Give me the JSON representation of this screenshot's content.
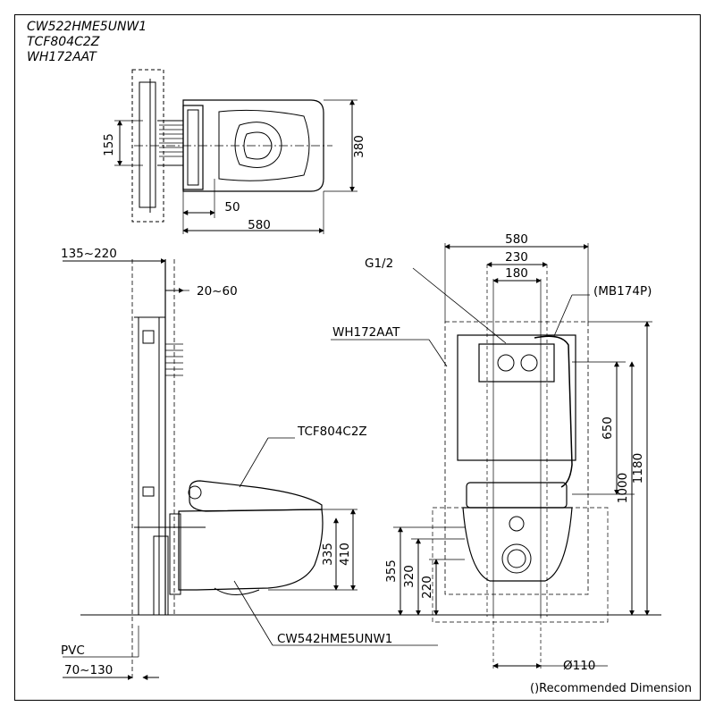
{
  "models": [
    "CW522HME5UNW1",
    "TCF804C2Z",
    "WH172AAT"
  ],
  "top_view": {
    "dim_depth": "155",
    "dim_width": "380",
    "dim_offset": "50",
    "dim_length": "580"
  },
  "side_view": {
    "dim_frame": "135~220",
    "dim_gap": "20~60",
    "label_seat": "TCF804C2Z",
    "dim_h1": "335",
    "dim_h2": "410",
    "label_pipe": "PVC",
    "dim_pipe": "70~130",
    "label_bowl": "CW542HME5UNW1"
  },
  "front_view": {
    "dim_w1": "580",
    "dim_w2": "230",
    "dim_w3": "180",
    "label_inlet": "G1/2",
    "label_plate": "(MB174P)",
    "label_frame": "WH172AAT",
    "dim_h650": "650",
    "dim_h1000": "1000",
    "dim_h1180": "1180",
    "dim_h355": "355",
    "dim_h320": "320",
    "dim_h220": "220",
    "dim_drain": "Ø110"
  },
  "note": "()Recommended Dimension"
}
